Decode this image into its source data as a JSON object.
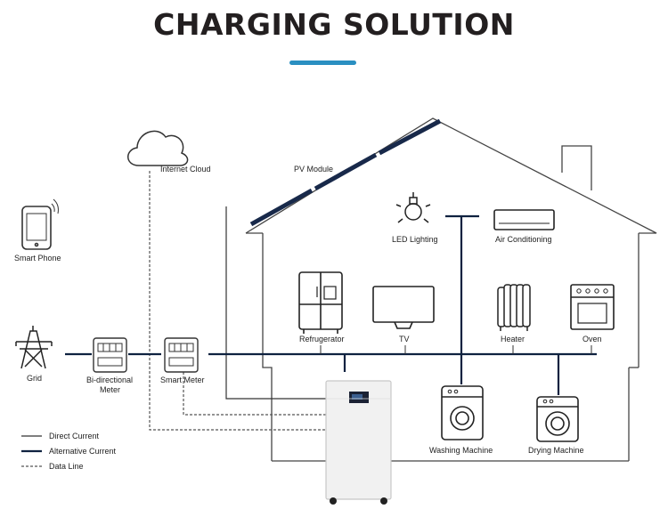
{
  "title": "CHARGING SOLUTION",
  "colors": {
    "title_underline": "#2a8fc1",
    "ac_line": "#0f2240",
    "line": "#333333",
    "panel": "#18294a"
  },
  "labels": {
    "internet_cloud": "Internet Cloud",
    "pv_module": "PV Module",
    "smart_phone": "Smart Phone",
    "led_lighting": "LED Lighting",
    "air_conditioning": "Air Conditioning",
    "refrigerator": "Refrugerator",
    "tv": "TV",
    "heater": "Heater",
    "oven": "Oven",
    "grid": "Grid",
    "bidirectional_meter_line1": "Bi-directional",
    "bidirectional_meter_line2": "Meter",
    "smart_meter": "Smart Meter",
    "washing_machine": "Washing Machine",
    "drying_machine": "Drying Machine"
  },
  "legend": {
    "direct_current": "Direct Current",
    "alternative_current": "Alternative Current",
    "data_line": "Data Line"
  }
}
